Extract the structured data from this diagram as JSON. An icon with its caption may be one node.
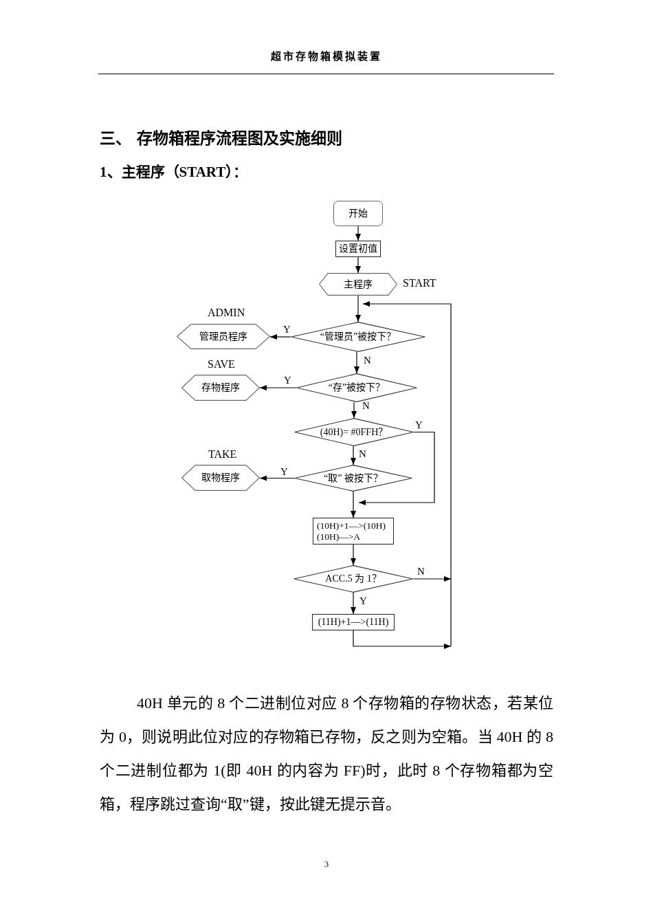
{
  "diagram": {
    "title": "1、主程序（START）：",
    "nodes": [
      {
        "text": [
          "开始"
        ]
      },
      {
        "text": [
          "设置初值"
        ]
      },
      {
        "text": [
          "主程序"
        ],
        "beside": [
          "START"
        ]
      },
      {
        "text": [
          "“管理员”被按下？"
        ]
      },
      {
        "text": [
          "管理员程序"
        ],
        "beside": [
          "ADMIN"
        ]
      },
      {
        "text": [
          "“存”被按下？"
        ]
      },
      {
        "text": [
          "存物程序"
        ],
        "beside": [
          "SAVE"
        ]
      },
      {
        "text": [
          "(40H)= #0FFH？"
        ]
      },
      {
        "text": [
          "“取” 被按下？"
        ]
      },
      {
        "text": [
          "取物程序"
        ],
        "beside": [
          "TAKE"
        ]
      },
      {
        "text": [
          "(10H)+1—>(10H)",
          "(10H)—>A"
        ]
      },
      {
        "text": [
          "ACC.5 为 1？"
        ]
      },
      {
        "text": [
          "(11H)+1—>(11H)"
        ]
      }
    ],
    "edges": [
      {
        "from": 0,
        "to": 1,
        "arrow": "to"
      },
      {
        "from": 1,
        "to": 2,
        "arrow": "to"
      },
      {
        "from": 2,
        "to": 3,
        "arrow": "to"
      },
      {
        "from": 3,
        "to": 4,
        "arrow": "to",
        "label": "Y"
      },
      {
        "from": 3,
        "to": 5,
        "arrow": "to",
        "label": "N"
      },
      {
        "from": 5,
        "to": 6,
        "arrow": "to",
        "label": "Y"
      },
      {
        "from": 5,
        "to": 7,
        "arrow": "to",
        "label": "N"
      },
      {
        "from": 7,
        "to": 10,
        "arrow": "to",
        "label": "Y"
      },
      {
        "from": 7,
        "to": 8,
        "arrow": "to",
        "label": "N"
      },
      {
        "from": 8,
        "to": 9,
        "arrow": "to",
        "label": "Y"
      },
      {
        "from": 8,
        "to": 10,
        "arrow": "to"
      },
      {
        "from": 10,
        "to": 11,
        "arrow": "to"
      },
      {
        "from": 11,
        "to": 12,
        "arrow": "to",
        "label": "Y"
      },
      {
        "from": 11,
        "to": 3,
        "arrow": "to",
        "label": "N"
      },
      {
        "from": 12,
        "to": 3,
        "arrow": "to"
      }
    ],
    "labels": [
      "超市存物箱模拟装置",
      "三、 存物箱程序流程图及实施细则",
      "40H 单元的 8 个二进制位对应 8 个存物箱的存物状态，若某位为 0，则说明此位对应的存物箱已存物，反之则为空箱。当 40H 的 8 个二进制位都为 1(即 40H 的内容为 FF)时，此时 8 个存物箱都为空箱，程序跳过查询“取”键，按此键无提示音。",
      "3"
    ]
  }
}
